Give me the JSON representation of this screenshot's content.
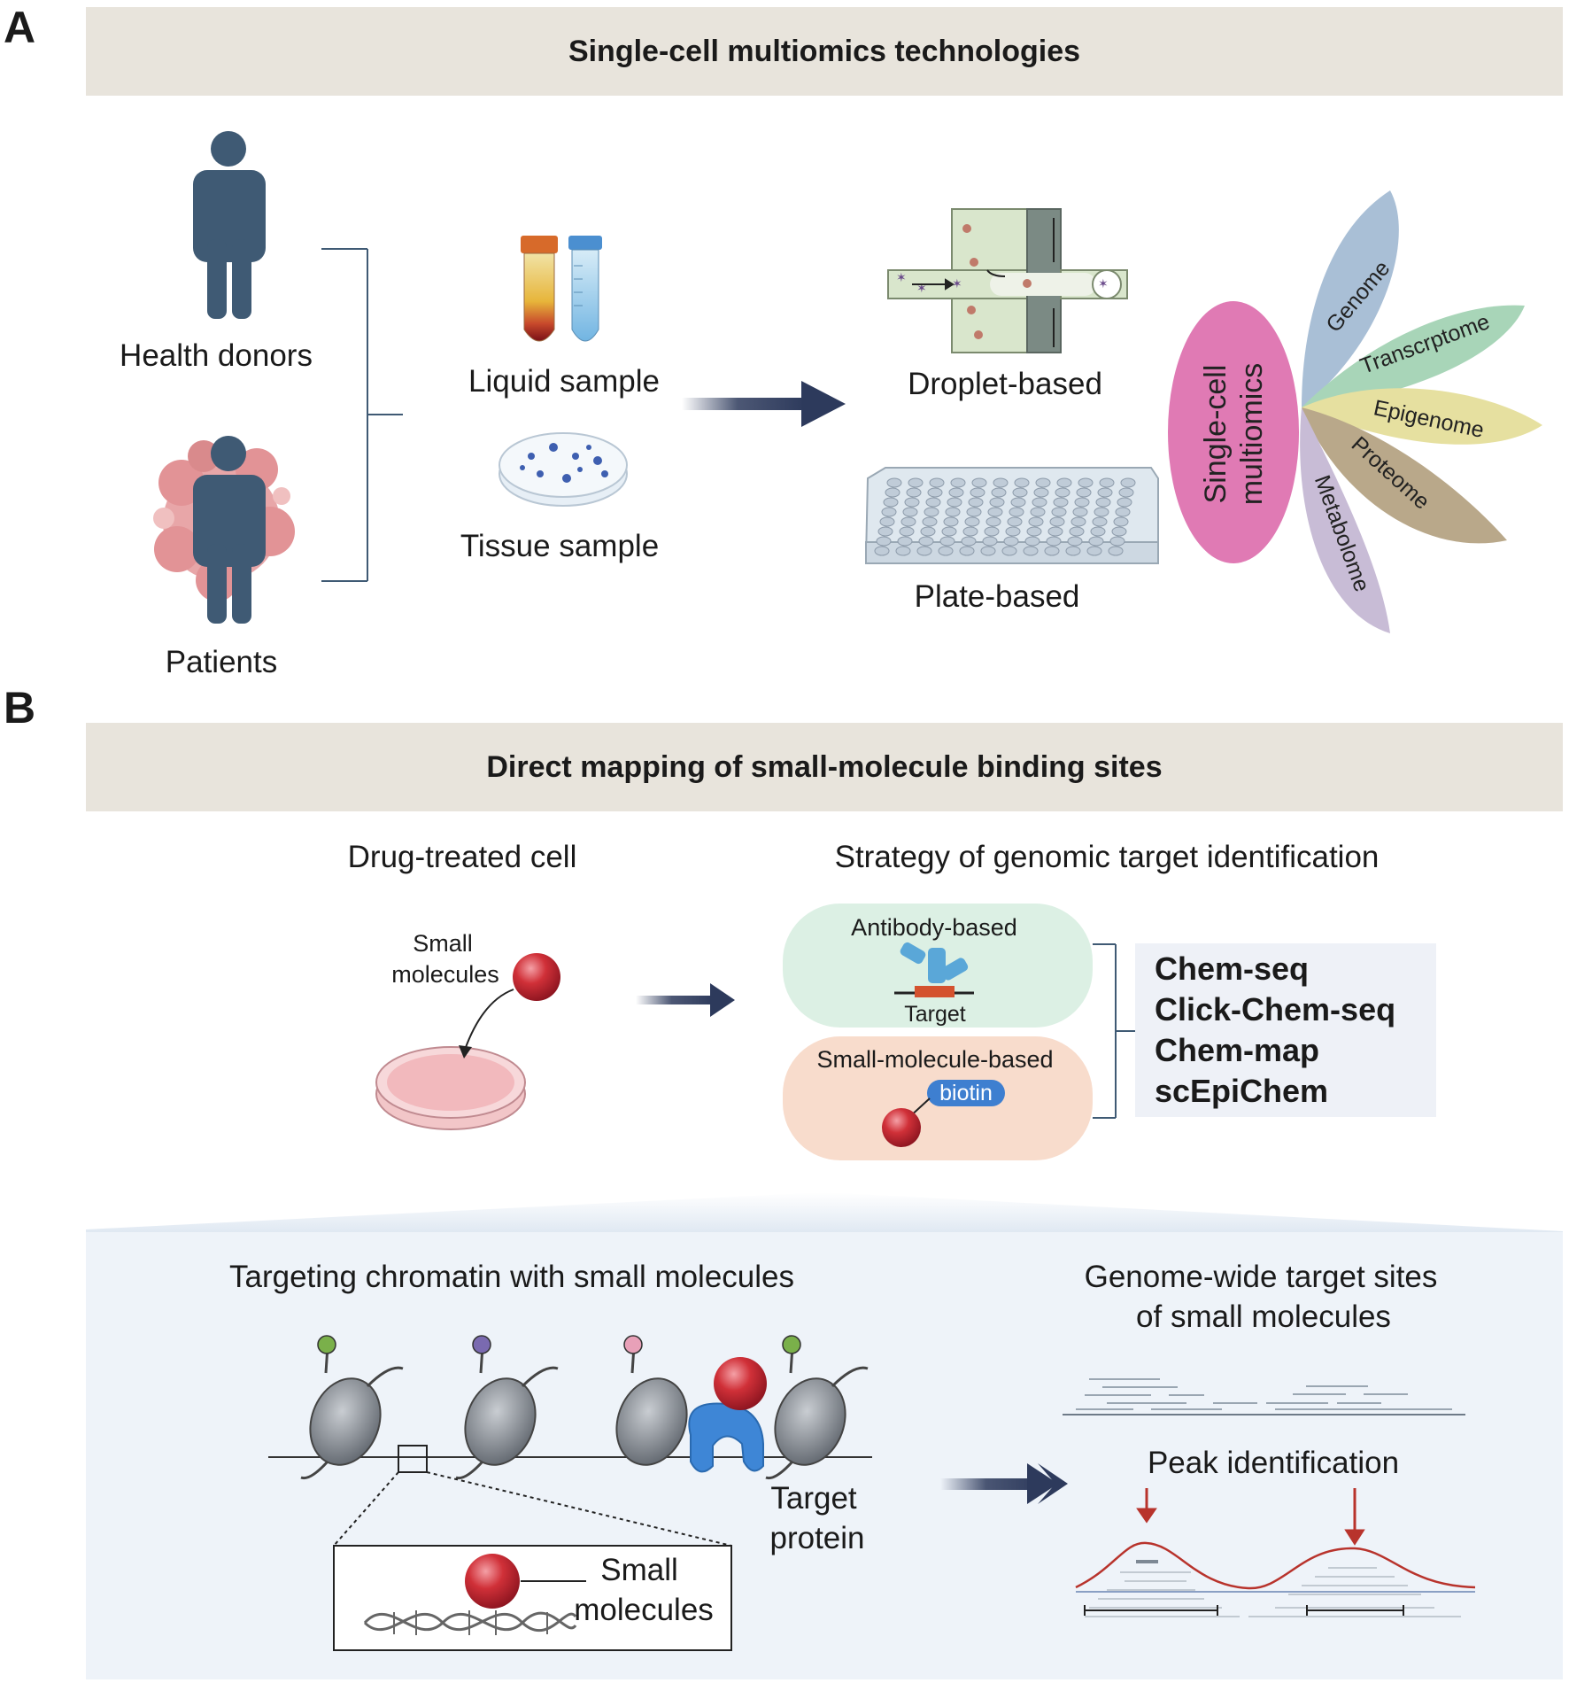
{
  "panel_a": {
    "letter": "A",
    "title": "Single-cell multiomics technologies",
    "health_donors": "Health donors",
    "patients": "Patients",
    "liquid_sample": "Liquid sample",
    "tissue_sample": "Tissue sample",
    "droplet_based": "Droplet-based",
    "plate_based": "Plate-based",
    "flower_center": [
      "Single-cell",
      "multiomics"
    ],
    "petals": [
      "Genome",
      "Transcrptome",
      "Epigenome",
      "Proteome",
      "Metabolome"
    ]
  },
  "panel_b": {
    "letter": "B",
    "title": "Direct mapping of small-molecule binding sites",
    "drug_treated_cell": "Drug-treated cell",
    "small_molecules_label": [
      "Small",
      "molecules"
    ],
    "strategy_title": "Strategy of genomic target identification",
    "antibody_based": "Antibody-based",
    "target": "Target",
    "small_molecule_based": "Small-molecule-based",
    "biotin": "biotin",
    "methods": [
      "Chem-seq",
      "Click-Chem-seq",
      "Chem-map",
      "scEpiChem"
    ],
    "chromatin_title": "Targeting chromatin with small molecules",
    "target_protein": [
      "Target",
      "protein"
    ],
    "inset_small_molecules": [
      "Small",
      "molecules"
    ],
    "genome_wide_title": [
      "Genome-wide target sites",
      "of small molecules"
    ],
    "peak_identification": "Peak identification"
  },
  "colors": {
    "figure_dark": "#3f5a74",
    "banner_bg": "#e8e4dc",
    "arrow_navy": "#2d3a5c",
    "petal_genome": "#a9bfd6",
    "petal_transcriptome": "#a8d5b8",
    "petal_epigenome": "#e6e0a0",
    "petal_proteome": "#b9a88a",
    "petal_metabolome": "#c8bcd6",
    "flower_center": "#e07ab4",
    "antibody_box": "#dcf0e4",
    "small_molecule_box": "#f8dccc",
    "molecule_red": "#c0262f",
    "peak_red": "#b8332c"
  }
}
